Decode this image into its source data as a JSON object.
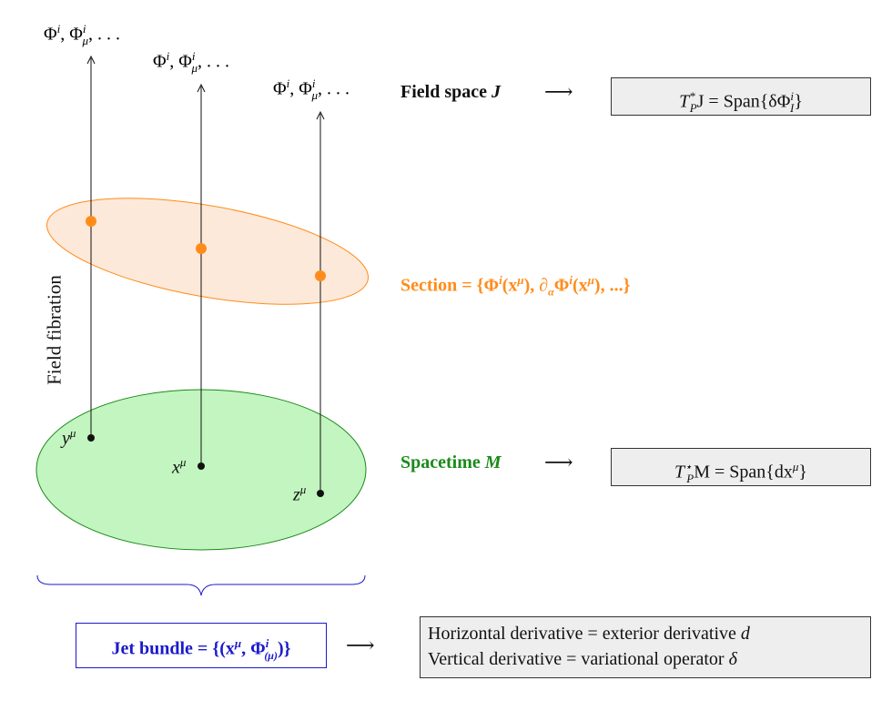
{
  "fiber_labels": {
    "left": {
      "base": "Φ",
      "sup": "i",
      "sep": ", Φ",
      "sup2": "i",
      "sub2": "μ",
      "tail": ", . . ."
    },
    "middle": {
      "base": "Φ",
      "sup": "i",
      "sep": ", Φ",
      "sup2": "i",
      "sub2": "μ",
      "tail": ", . . ."
    },
    "right": {
      "base": "Φ",
      "sup": "i",
      "sep": ", Φ",
      "sup2": "i",
      "sub2": "μ",
      "tail": ", . . ."
    }
  },
  "field_space": {
    "label": "Field space ",
    "symbol": "J",
    "arrow": "⟶",
    "box_text": {
      "T": "T",
      "sub": "P",
      "sup": "*",
      "rest": "J  =  Span{δΦ",
      "sup2": "i",
      "sub2": "I",
      "close": "}"
    }
  },
  "section": {
    "label": "Section = {Φ",
    "sup1": "i",
    "mid1": "(x",
    "sup2": "μ",
    "mid2": "), ∂",
    "sub3": "α",
    "mid3": "Φ",
    "sup4": "i",
    "mid4": "(x",
    "sup5": "μ",
    "tail": "), ...}"
  },
  "spacetime": {
    "label": "Spacetime ",
    "symbol": "M",
    "arrow": "⟶",
    "box_text": {
      "T": "T",
      "sub": "P",
      "sup": "⋆",
      "rest": "M  =  Span{dx",
      "sup2": "μ",
      "close": "}"
    }
  },
  "points": {
    "y": {
      "letter": "y",
      "sup": "μ"
    },
    "x": {
      "letter": "x",
      "sup": "μ"
    },
    "z": {
      "letter": "z",
      "sup": "μ"
    }
  },
  "side_label": "Field fibration",
  "jet_bundle": {
    "label": "Jet bundle = {(x",
    "sup1": "μ",
    "mid": ", Φ",
    "sup2": "i",
    "sub2": "(μ)",
    "tail": ")}",
    "arrow": "⟶"
  },
  "derivatives": {
    "line1": "Horizontal derivative = exterior derivative ",
    "line1_sym": "d",
    "line2": "Vertical derivative = variational operator ",
    "line2_sym": "δ"
  },
  "colors": {
    "orange": "#ff8c1a",
    "orange_fill": "#fde9d9",
    "green": "#1a8a1a",
    "green_fill": "#c2f5bf",
    "blue": "#1a1acc",
    "box_fill": "#eeeeee",
    "black": "#111111"
  }
}
